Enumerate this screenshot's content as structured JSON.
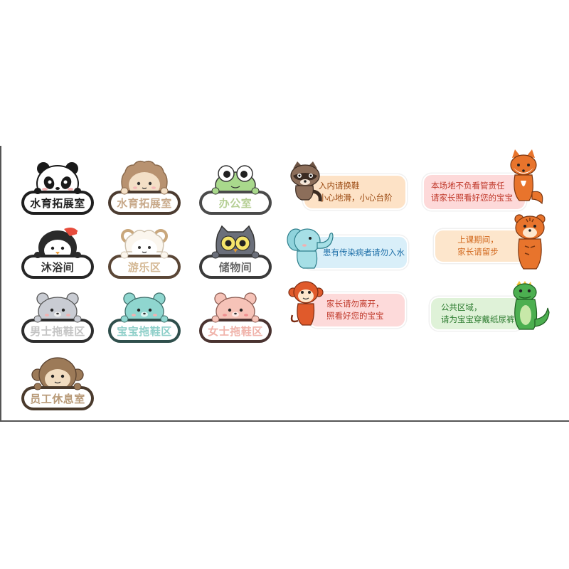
{
  "plaques": [
    {
      "text": "水育拓展室",
      "animal": "panda-icon",
      "color": "#222222"
    },
    {
      "text": "水育拓展室",
      "animal": "hedgehog-icon",
      "color": "#c8a98a"
    },
    {
      "text": "办公室",
      "animal": "frog-icon",
      "color": "#b6cf95"
    },
    {
      "text": "沐浴间",
      "animal": "penguin-icon",
      "color": "#333333"
    },
    {
      "text": "游乐区",
      "animal": "sheep-icon",
      "color": "#d4b894"
    },
    {
      "text": "储物间",
      "animal": "owl-icon",
      "color": "#666666"
    },
    {
      "text": "男士拖鞋区",
      "animal": "mouse-gray-icon",
      "color": "#c4c4c4"
    },
    {
      "text": "宝宝拖鞋区",
      "animal": "mouse-teal-icon",
      "color": "#8fcfc9"
    },
    {
      "text": "女士拖鞋区",
      "animal": "mouse-pink-icon",
      "color": "#f0b3aa"
    },
    {
      "text": "员工休息室",
      "animal": "monkey-icon",
      "color": "#b89a78"
    }
  ],
  "signs": [
    {
      "lines": [
        "入内请换鞋",
        "小心地滑，小心台阶"
      ],
      "animal": "raccoon-icon",
      "bg": "#fde2c6",
      "color": "#9b4a12"
    },
    {
      "lines": [
        "本场地不负看管责任",
        "请家长照看好您的宝宝"
      ],
      "animal": "fox-icon",
      "bg": "#fdd9d9",
      "color": "#c0392b"
    },
    {
      "lines": [
        "患有传染病者请勿入水"
      ],
      "animal": "elephant-icon",
      "bg": "#d9eff9",
      "color": "#1e6fa8"
    },
    {
      "lines": [
        "上课期间，",
        "家长请留步"
      ],
      "animal": "tiger-icon",
      "bg": "#fde6cc",
      "color": "#d2691e"
    },
    {
      "lines": [
        "家长请勿离开，",
        "照看好您的宝宝"
      ],
      "animal": "monkey-icon",
      "bg": "#fddada",
      "color": "#c0392b"
    },
    {
      "lines": [
        "公共区域，",
        "请为宝宝穿戴纸尿裤"
      ],
      "animal": "dinosaur-icon",
      "bg": "#dff2d8",
      "color": "#2f7d32"
    }
  ]
}
